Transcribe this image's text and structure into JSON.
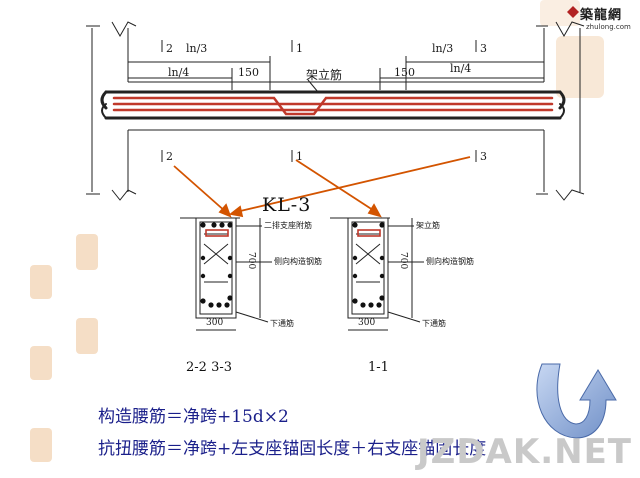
{
  "logo": {
    "name": "築龍網",
    "url": "zhulong.com"
  },
  "elevation": {
    "labels": {
      "sec2_top": "2",
      "sec1_top": "1",
      "sec3_top": "3",
      "sec2_bot": "2",
      "sec1_bot": "1",
      "sec3_bot": "3",
      "ln3_left": "ln/3",
      "ln4_left": "ln/4",
      "d150_left": "150",
      "ln3_right": "ln/3",
      "ln4_right": "ln/4",
      "d150_right": "150",
      "erect_bar": "架立筋"
    }
  },
  "beam_title": "KL-3",
  "sections": {
    "left": {
      "annot_top": "二排支座附筋",
      "annot_mid": "侧向构造钢筋",
      "annot_bot": "下通筋",
      "height": "700",
      "width": "300",
      "caption": "2-2  3-3"
    },
    "right": {
      "annot_top": "架立筋",
      "annot_mid": "侧向构造钢筋",
      "annot_bot": "下通筋",
      "height": "700",
      "width": "300",
      "caption": "1-1"
    }
  },
  "formulas": {
    "line1": "构造腰筋＝净跨+15d×2",
    "line2": "抗扭腰筋＝净跨+左支座锚固长度＋右支座锚固长度"
  },
  "watermark": "JZDAK.NET",
  "colors": {
    "rebar": "#c0392b",
    "arrow": "#d35400",
    "text_blue": "#1a1f8a",
    "stamp": "#e8b98a"
  }
}
